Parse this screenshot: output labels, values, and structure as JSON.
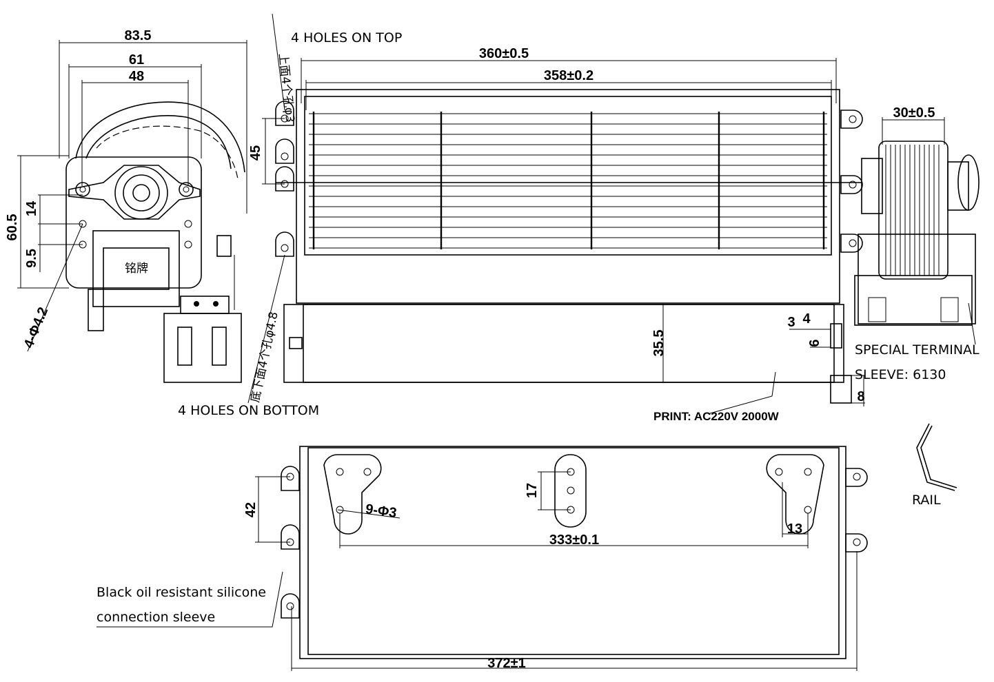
{
  "labels": {
    "holes_top": "4 HOLES ON TOP",
    "holes_bottom": "4 HOLES ON BOTTOM",
    "special_terminal": "SPECIAL TERMINAL",
    "sleeve": "SLEEVE: 6130",
    "print": "PRINT: AC220V 2000W",
    "rail": "RAIL",
    "silicone_line1": "Black oil resistant silicone",
    "silicone_line2": "connection sleeve",
    "cn_top": "上面4个孔φ3",
    "cn_bottom": "底下面4个孔φ4.8",
    "nameplate": "铭牌"
  },
  "dimensions": {
    "d83_5": "83.5",
    "d61": "61",
    "d48": "48",
    "d60_5": "60.5",
    "d14": "14",
    "d9_5": "9.5",
    "holes_phi4_2": "4-Φ4.2",
    "d360": "360±0.5",
    "d358": "358±0.2",
    "d45": "45",
    "d30": "30±0.5",
    "d35_5": "35.5",
    "d3": "3",
    "d4": "4",
    "d6": "6",
    "d8": "8",
    "d42": "42",
    "d17": "17",
    "holes_9phi3": "9-Φ3",
    "d13": "13",
    "d333": "333±0.1",
    "d372": "372±1"
  }
}
